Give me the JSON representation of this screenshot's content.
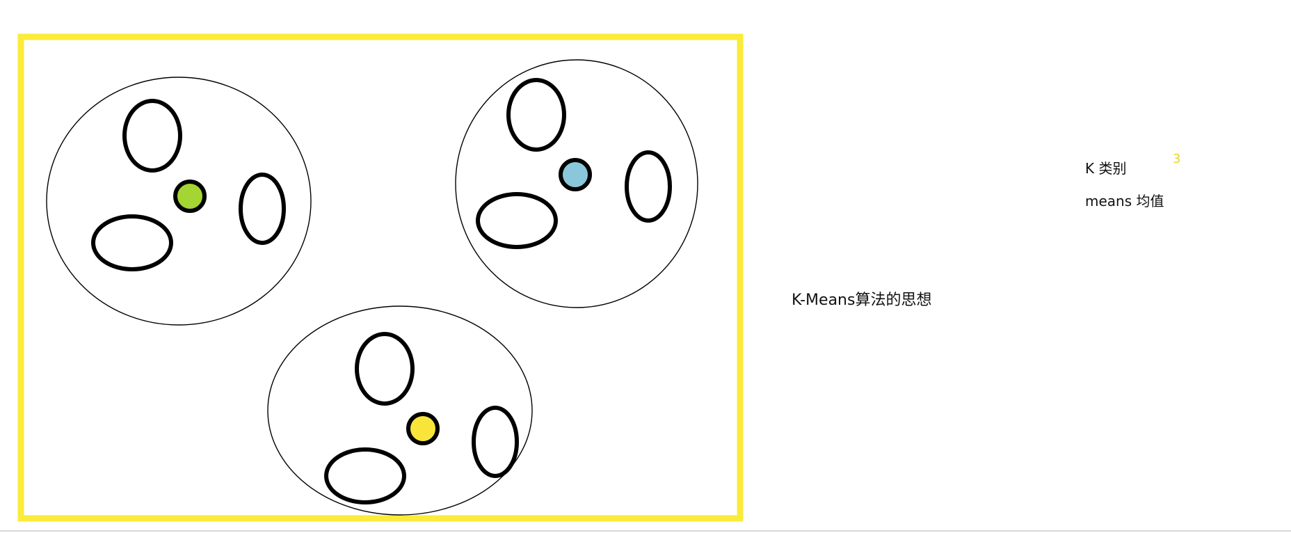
{
  "colors": {
    "frame": "#fbeb3a",
    "outline": "#000000",
    "centroid_green": "#a4d533",
    "centroid_blue": "#8ac7da",
    "centroid_yellow": "#f9e53a",
    "k_number": "#e7d52c"
  },
  "title": "K-Means算法的思想",
  "notes": {
    "k_label": "K 类别",
    "means_label": "means 均值",
    "k_number": "3"
  },
  "clusters": [
    {
      "name": "cluster-left",
      "centroid_color": "centroid_green",
      "point_count": 4
    },
    {
      "name": "cluster-right",
      "centroid_color": "centroid_blue",
      "point_count": 4
    },
    {
      "name": "cluster-bottom",
      "centroid_color": "centroid_yellow",
      "point_count": 4
    }
  ]
}
